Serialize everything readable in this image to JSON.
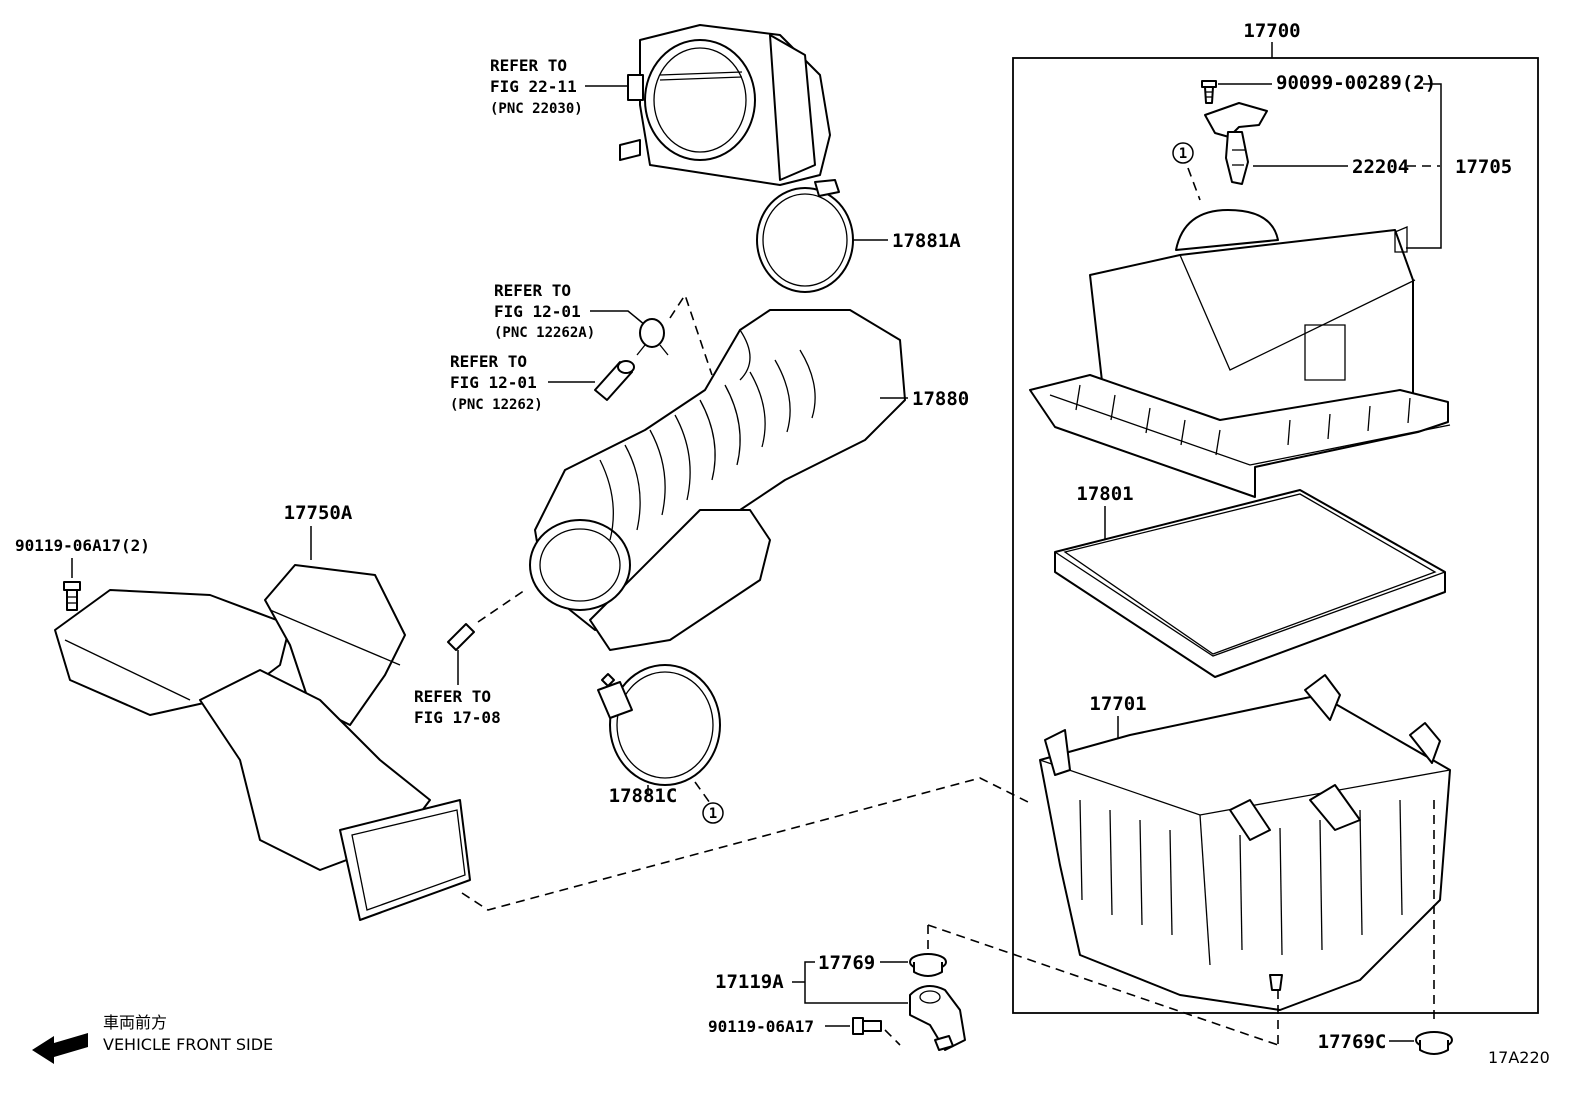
{
  "diagram": {
    "code": "17A220",
    "front_side_jp": "車両前方",
    "front_side_en": "VEHICLE FRONT SIDE",
    "parts": {
      "assy": "17700",
      "screw_top": "90099-00289(2)",
      "sensor": "22204",
      "cap_assy": "17705",
      "element": "17801",
      "case": "17701",
      "clamp_a": "17881A",
      "hose": "17880",
      "clamp_c": "17881C",
      "inlet": "17750A",
      "bolt_left": "90119-06A17(2)",
      "grommet": "17769",
      "bracket": "17119A",
      "bolt_bottom": "90119-06A17",
      "grommet_c": "17769C"
    },
    "refs": {
      "throttle": [
        "REFER TO",
        "FIG 22-11",
        "(PNC 22030)"
      ],
      "clip": [
        "REFER TO",
        "FIG 12-01",
        "(PNC 12262A)"
      ],
      "pipe": [
        "REFER TO",
        "FIG 12-01",
        "(PNC 12262)"
      ],
      "intake": [
        "REFER TO",
        "FIG 17-08"
      ]
    },
    "callout_mark": "1"
  }
}
